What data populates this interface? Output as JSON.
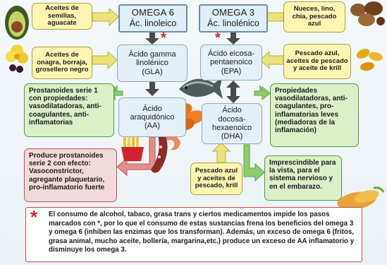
{
  "omega6": {
    "title": "OMEGA 6",
    "subtitle": "Ác. linoleico"
  },
  "omega3": {
    "title": "OMEGA 3",
    "subtitle": "Ác. linolénico"
  },
  "sources": {
    "seeds_avocado": "Aceites de semillas, aguacate",
    "nuts_flax": "Nueces, lino, chía, pescado azul",
    "onagra": "Aceites de onagra, borraja, grosellero negro",
    "fish_oils": "Pescado azul, aceites de pescado y aceite de krill",
    "fish_krill": "Pescado azul y aceites de pescado, krill"
  },
  "acids": {
    "gla": [
      "Ácido gamma",
      "linolénico",
      "(GLA)"
    ],
    "epa": [
      "Ácido eicosa-",
      "pentaenoico",
      "(EPA)"
    ],
    "aa": [
      "Ácido",
      "araquidónico",
      "(AA)"
    ],
    "dha": [
      "Ácido",
      "docosa-",
      "hexaenoico",
      "(DHA)"
    ]
  },
  "effects": {
    "prostanoides1": "Prostanoides serie 1 con propiedades: vasodilatadoras, anti-coagulantes, anti-inflamatorias",
    "propiedades": "Propiedades vasodilatadoras, anti-coagulantes, pro-inflamatorias leves (mediadoras de la inflamación)",
    "prostanoides2": "Produce prostanoides serie 2 con efecto: Vasoconstrictor, agregante plaquetario, pro-inflamatorio fuerte",
    "imprescindible": "Imprescindible para la vista, para el sistema nervioso y en el embarazo."
  },
  "note": "El consumo de alcohol, tabaco, grasa trans y ciertos medicamentos impide los pasos marcados con *, por lo que el consumo de estas sustancias frena los beneficios del omega 3 y omega 6 (inhiben las enzimas que los transforman). Además, un exceso de omega 6 (fritos, grasa animal, mucho aceite, bollería, margarina,etc.) produce un exceso de AA inflamatorio y disminuye los omega 3.",
  "star_symbol": "*",
  "colors": {
    "source_fill": "#fdf6b3",
    "effect_green": "#daf0c8",
    "effect_red": "#f3dada",
    "acid_fill": "#e4eff7",
    "arrow_green": "#8ccf6a",
    "arrow_yellow": "#ece27a",
    "arrow_dark": "#4a4a4a",
    "star_red": "#e0232e"
  },
  "icons": [
    "avocado-icon",
    "nuts-icon",
    "onagra-flower-icon",
    "fish-oil-capsules-icon",
    "fish-icon",
    "carrots-icon",
    "french-fries-icon",
    "sausage-icon",
    "shrimp-icon",
    "vegetables-icon"
  ]
}
